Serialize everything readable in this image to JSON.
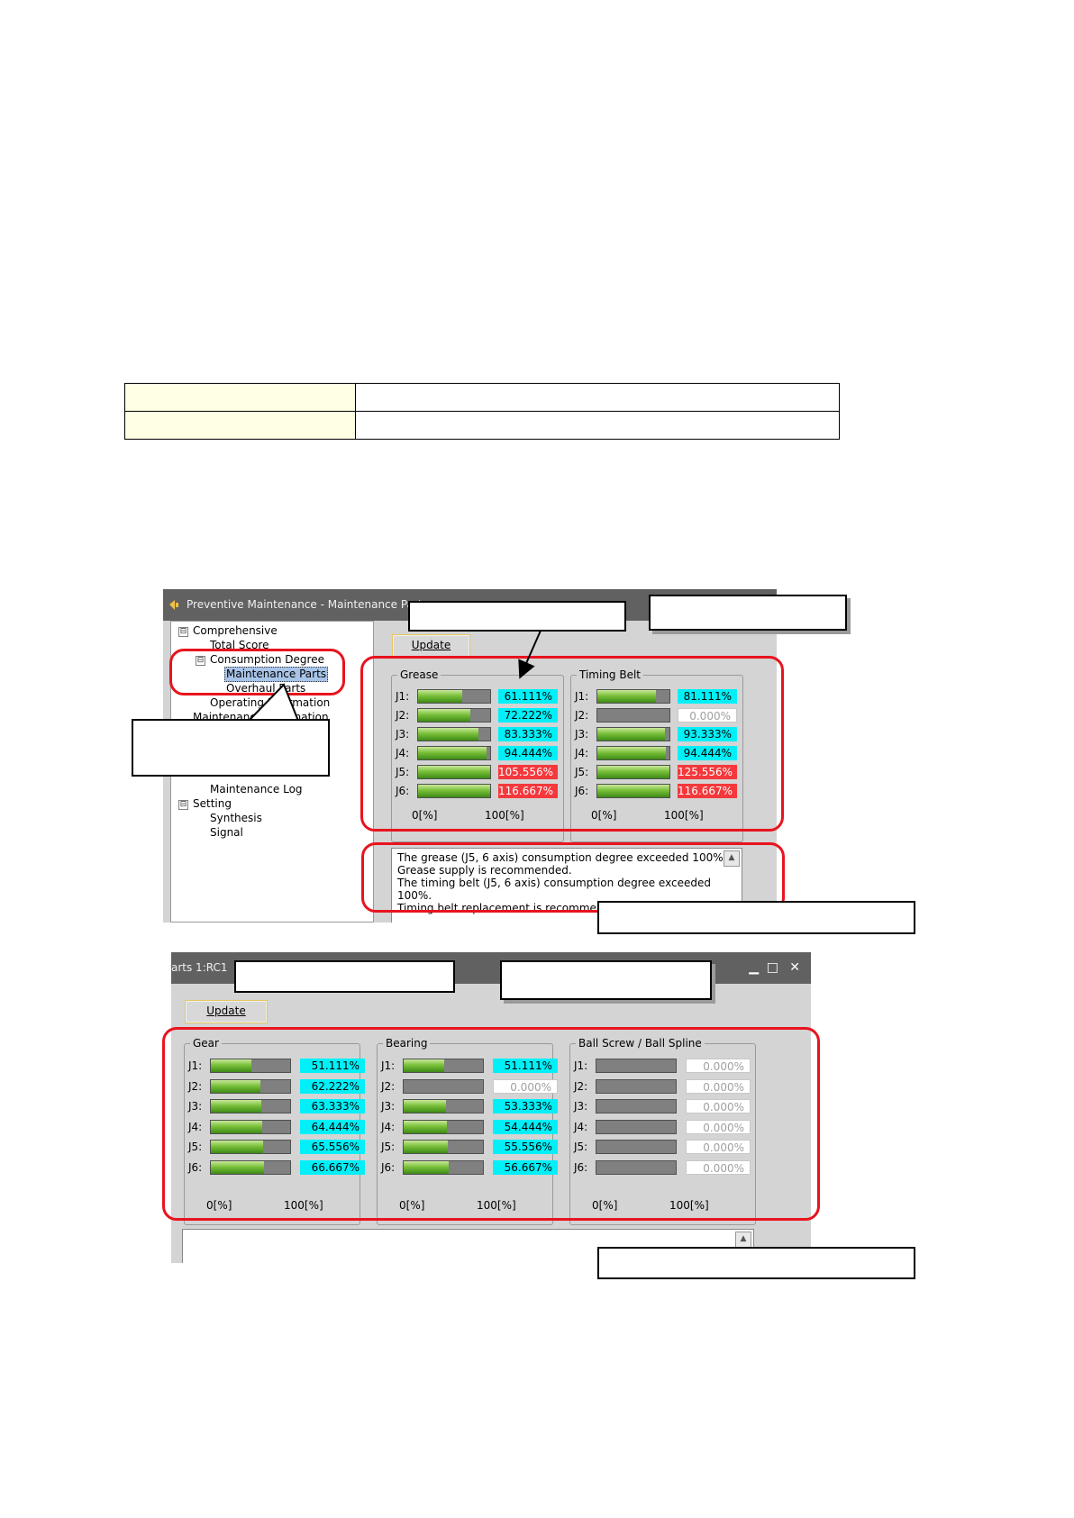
{
  "shot1": {
    "title": "Preventive Maintenance - Maintenance Part",
    "update_label": "Update",
    "tree": {
      "comprehensive": "Comprehensive",
      "total_score": "Total Score",
      "consumption_degree": "Consumption Degree",
      "maintenance_parts": "Maintenance Parts",
      "overhaul_parts": "Overhaul Parts",
      "operating_information": "Operating Information",
      "maintenance_information": "Maintenance Information",
      "maintenance_log": "Maintenance Log",
      "setting": "Setting",
      "synthesis": "Synthesis",
      "signal": "Signal",
      "collapse_glyph": "⊟"
    },
    "groups": [
      {
        "name": "Grease",
        "rows": [
          {
            "label": "J1:",
            "value": "61.111%",
            "level": 0.61111,
            "state": "cyan"
          },
          {
            "label": "J2:",
            "value": "72.222%",
            "level": 0.72222,
            "state": "cyan"
          },
          {
            "label": "J3:",
            "value": "83.333%",
            "level": 0.83333,
            "state": "cyan"
          },
          {
            "label": "J4:",
            "value": "94.444%",
            "level": 0.94444,
            "state": "cyan"
          },
          {
            "label": "J5:",
            "value": "105.556%",
            "level": 1.0,
            "state": "red"
          },
          {
            "label": "J6:",
            "value": "116.667%",
            "level": 1.0,
            "state": "red"
          }
        ],
        "axis_min": "0[%]",
        "axis_max": "100[%]"
      },
      {
        "name": "Timing Belt",
        "rows": [
          {
            "label": "J1:",
            "value": "81.111%",
            "level": 0.81111,
            "state": "cyan"
          },
          {
            "label": "J2:",
            "value": "0.000%",
            "level": 0.0,
            "state": "white"
          },
          {
            "label": "J3:",
            "value": "93.333%",
            "level": 0.93333,
            "state": "cyan"
          },
          {
            "label": "J4:",
            "value": "94.444%",
            "level": 0.94444,
            "state": "cyan"
          },
          {
            "label": "J5:",
            "value": "125.556%",
            "level": 1.0,
            "state": "red"
          },
          {
            "label": "J6:",
            "value": "116.667%",
            "level": 1.0,
            "state": "red"
          }
        ],
        "axis_min": "0[%]",
        "axis_max": "100[%]"
      }
    ],
    "messages": [
      "The grease (J5, 6 axis) consumption degree exceeded 100%.",
      "Grease supply is recommended.",
      "The timing belt (J5, 6 axis) consumption degree exceeded 100%.",
      "Timing belt replacement is recommended."
    ],
    "scroll_glyph": "▲"
  },
  "shot2": {
    "title": "arts 1:RC1",
    "update_label": "Update",
    "window_controls": {
      "minimize": "▁",
      "maximize": "□",
      "close": "✕"
    },
    "groups": [
      {
        "name": "Gear",
        "rows": [
          {
            "label": "J1:",
            "value": "51.111%",
            "level": 0.51111,
            "state": "cyan"
          },
          {
            "label": "J2:",
            "value": "62.222%",
            "level": 0.62222,
            "state": "cyan"
          },
          {
            "label": "J3:",
            "value": "63.333%",
            "level": 0.63333,
            "state": "cyan"
          },
          {
            "label": "J4:",
            "value": "64.444%",
            "level": 0.64444,
            "state": "cyan"
          },
          {
            "label": "J5:",
            "value": "65.556%",
            "level": 0.65556,
            "state": "cyan"
          },
          {
            "label": "J6:",
            "value": "66.667%",
            "level": 0.66667,
            "state": "cyan"
          }
        ],
        "axis_min": "0[%]",
        "axis_max": "100[%]"
      },
      {
        "name": "Bearing",
        "rows": [
          {
            "label": "J1:",
            "value": "51.111%",
            "level": 0.51111,
            "state": "cyan"
          },
          {
            "label": "J2:",
            "value": "0.000%",
            "level": 0.0,
            "state": "white"
          },
          {
            "label": "J3:",
            "value": "53.333%",
            "level": 0.53333,
            "state": "cyan"
          },
          {
            "label": "J4:",
            "value": "54.444%",
            "level": 0.54444,
            "state": "cyan"
          },
          {
            "label": "J5:",
            "value": "55.556%",
            "level": 0.55556,
            "state": "cyan"
          },
          {
            "label": "J6:",
            "value": "56.667%",
            "level": 0.56667,
            "state": "cyan"
          }
        ],
        "axis_min": "0[%]",
        "axis_max": "100[%]"
      },
      {
        "name": "Ball Screw / Ball Spline",
        "rows": [
          {
            "label": "J1:",
            "value": "0.000%",
            "level": 0.0,
            "state": "white"
          },
          {
            "label": "J2:",
            "value": "0.000%",
            "level": 0.0,
            "state": "white"
          },
          {
            "label": "J3:",
            "value": "0.000%",
            "level": 0.0,
            "state": "white"
          },
          {
            "label": "J4:",
            "value": "0.000%",
            "level": 0.0,
            "state": "white"
          },
          {
            "label": "J5:",
            "value": "0.000%",
            "level": 0.0,
            "state": "white"
          },
          {
            "label": "J6:",
            "value": "0.000%",
            "level": 0.0,
            "state": "white"
          }
        ],
        "axis_min": "0[%]",
        "axis_max": "100[%]"
      }
    ],
    "scroll_glyph": "▲"
  },
  "colors": {
    "cyan": "#00f0f8",
    "red": "#f4383c",
    "annotation_red": "#e8141e",
    "table_header_fill": "#ffffe4"
  }
}
